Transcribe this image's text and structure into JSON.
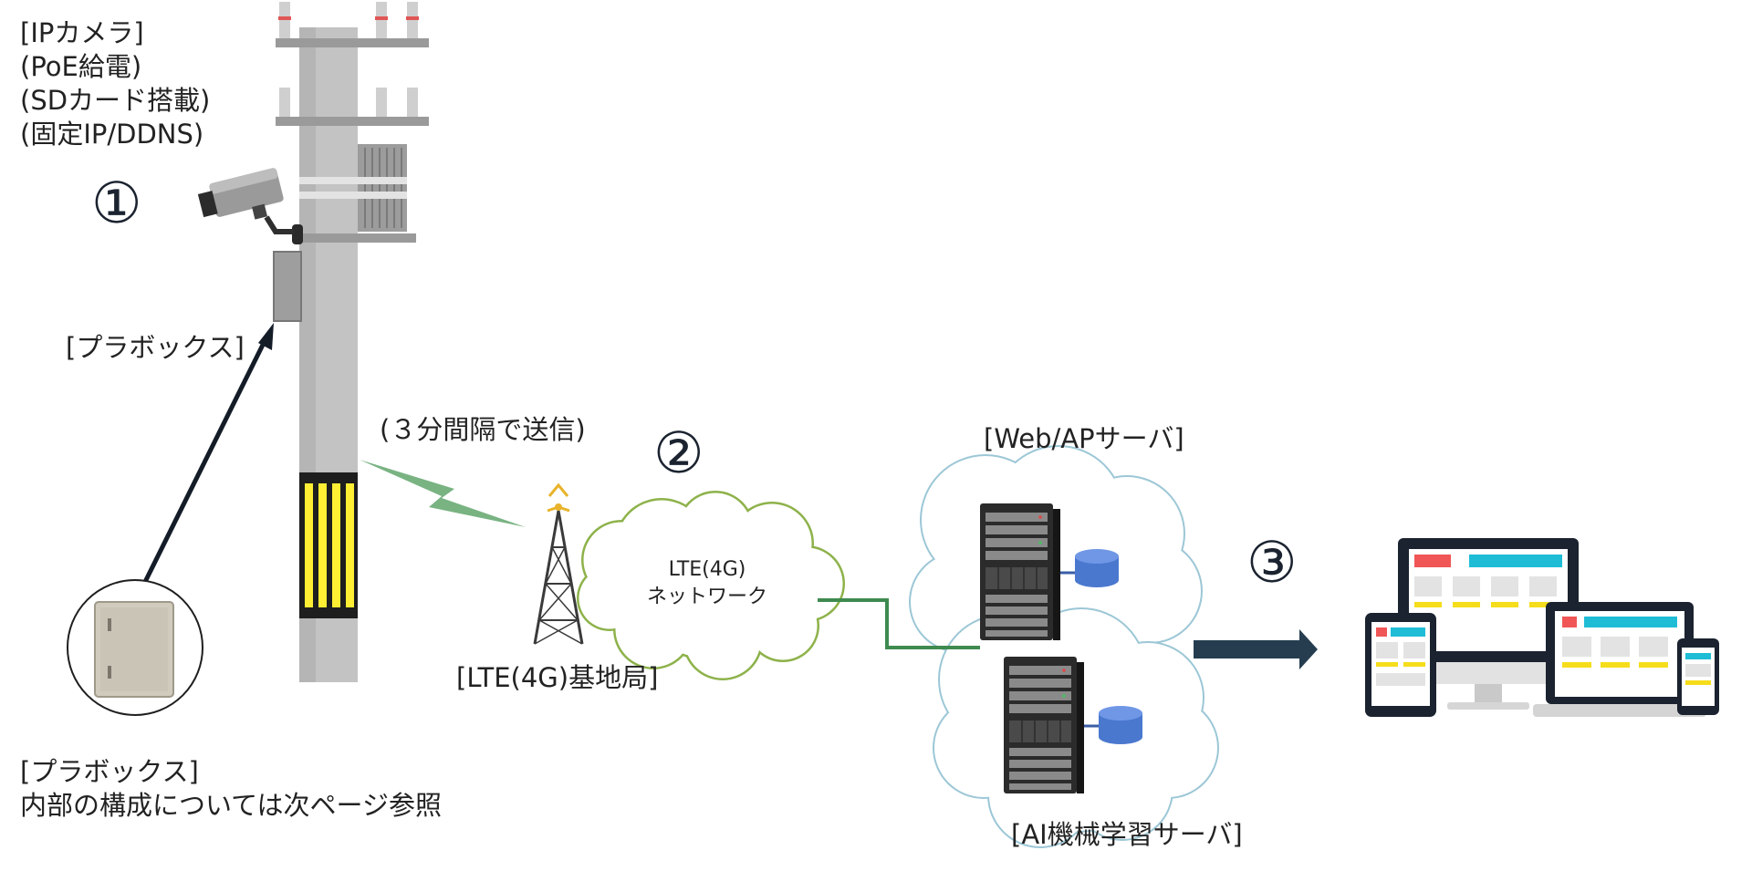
{
  "camera_label": {
    "lines": [
      "[IPカメラ]",
      "(PoE給電)",
      "(SDカード搭載)",
      "(固定IP/DDNS)"
    ]
  },
  "step_numbers": {
    "one": "①",
    "two": "②",
    "three": "③"
  },
  "plabox_label_top": "[プラボックス]",
  "transmit_note": "(３分間隔で送信)",
  "lte_cloud": {
    "line1": "LTE(4G)",
    "line2": "ネットワーク"
  },
  "base_station_label": "[LTE(4G)基地局]",
  "web_ap_server_label": "[Web/APサーバ]",
  "ai_server_label": "[AI機械学習サーバ]",
  "plabox_note": {
    "line1": "[プラボックス]",
    "line2": "内部の構成については次ページ参照"
  },
  "colors": {
    "pole": "#c3c3c3",
    "pole_stripe": "#ffee33",
    "lightning": "#79b382",
    "lte_cloud_stroke": "#8db24a",
    "server_cloud_stroke": "#9cc7d6",
    "connector_line": "#3f8a4f",
    "arrow": "#253d4f",
    "db": "#4b78cf",
    "screen_red": "#f05656",
    "screen_cyan": "#1fbcd6",
    "screen_yellow": "#f5dd1b"
  }
}
